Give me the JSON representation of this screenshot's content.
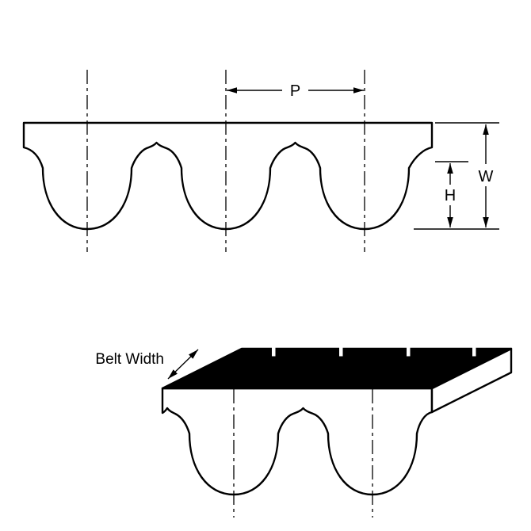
{
  "labels": {
    "pitch": "P",
    "belt_thickness": "W",
    "tooth_height": "H",
    "belt_width": "Belt Width"
  },
  "colors": {
    "stroke": "#000000",
    "belt_fill": "#ffffff",
    "top_face_fill": "#000000",
    "background": "#ffffff"
  }
}
